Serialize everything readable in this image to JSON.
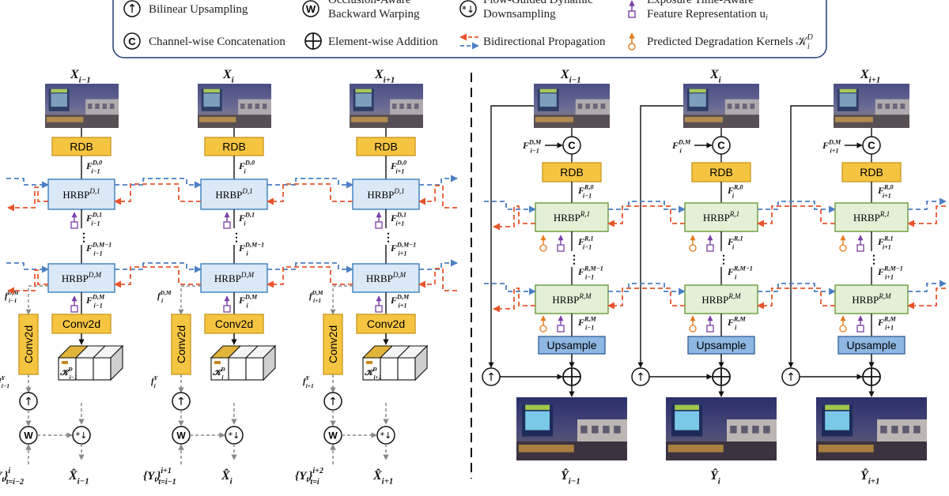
{
  "legend": {
    "upsample": "Bilinear Upsampling",
    "warp_l1": "Occlusion-Aware",
    "warp_l2": "Backward Warping",
    "down_l1": "Flow-Guided Dynamic",
    "down_l2": "Downsampling",
    "exp_l1": "Exposure Time-Aware",
    "exp_l2": "Feature Representation u",
    "exp_sub": "i",
    "concat": "Channel-wise Concatenation",
    "add": "Element-wise Addition",
    "bidir": "Bidirectional Propagation",
    "kernels": "Predicted Degradation Kernels 𝒦",
    "kernels_sup": "D",
    "kernels_sub": "i",
    "sym_up": "↑",
    "sym_w": "W",
    "sym_down": "*↓",
    "sym_c": "C"
  },
  "left": {
    "cols": [
      {
        "x_top": "X",
        "x_top_sub": "i−1",
        "rdb": "RDB",
        "f0": "F",
        "f0_sup": "D,0",
        "f0_sub": "i−1",
        "hrbp1": "HRBP",
        "hrbp1_sup": "D,1",
        "f1": "F",
        "f1_sup": "D,1",
        "f1_sub": "i−1",
        "dots": "⋮",
        "fm1": "F",
        "fm1_sup": "D,M−1",
        "fm1_sub": "i−1",
        "hrbpm": "HRBP",
        "hrbpm_sup": "D,M",
        "fdm_small": "f",
        "fdm_small_sup": "D,M",
        "fdm_small_sub": "i−1",
        "fm": "F",
        "fm_sup": "D,M",
        "fm_sub": "i−1",
        "conv_side": "Conv2d",
        "conv": "Conv2d",
        "fy": "f",
        "fy_sup": "Y",
        "fy_sub": "i−1",
        "k": "𝒦",
        "k_sup": "D",
        "k_sub": "i−1",
        "y_in": "{Y",
        "y_in_tail": "}",
        "y_in_sub": "t=i−2",
        "y_in_sup": "i",
        "y_in_t": "t",
        "x_out": "X̂",
        "x_out_sub": "i−1"
      },
      {
        "x_top": "X",
        "x_top_sub": "i",
        "rdb": "RDB",
        "f0": "F",
        "f0_sup": "D,0",
        "f0_sub": "i",
        "hrbp1": "HRBP",
        "hrbp1_sup": "D,1",
        "f1": "F",
        "f1_sup": "D,1",
        "f1_sub": "i",
        "dots": "⋮",
        "fm1": "F",
        "fm1_sup": "D,M−1",
        "fm1_sub": "i",
        "hrbpm": "HRBP",
        "hrbpm_sup": "D,M",
        "fdm_small": "f",
        "fdm_small_sup": "D,M",
        "fdm_small_sub": "i",
        "fm": "F",
        "fm_sup": "D,M",
        "fm_sub": "i",
        "conv_side": "Conv2d",
        "conv": "Conv2d",
        "fy": "f",
        "fy_sup": "Y",
        "fy_sub": "i",
        "k": "𝒦",
        "k_sup": "D",
        "k_sub": "i",
        "y_in": "{Y",
        "y_in_tail": "}",
        "y_in_sub": "t=i−1",
        "y_in_sup": "i+1",
        "y_in_t": "t",
        "x_out": "X̂",
        "x_out_sub": "i"
      },
      {
        "x_top": "X",
        "x_top_sub": "i+1",
        "rdb": "RDB",
        "f0": "F",
        "f0_sup": "D,0",
        "f0_sub": "i+1",
        "hrbp1": "HRBP",
        "hrbp1_sup": "D,1",
        "f1": "F",
        "f1_sup": "D,1",
        "f1_sub": "i+1",
        "dots": "⋮",
        "fm1": "F",
        "fm1_sup": "D,M−1",
        "fm1_sub": "i+1",
        "hrbpm": "HRBP",
        "hrbpm_sup": "D,M",
        "fdm_small": "f",
        "fdm_small_sup": "D,M",
        "fdm_small_sub": "i+1",
        "fm": "F",
        "fm_sup": "D,M",
        "fm_sub": "i+1",
        "conv_side": "Conv2d",
        "conv": "Conv2d",
        "fy": "f",
        "fy_sup": "Y",
        "fy_sub": "i+1",
        "k": "𝒦",
        "k_sup": "D",
        "k_sub": "i+1",
        "y_in": "{Y",
        "y_in_tail": "}",
        "y_in_sub": "t=i",
        "y_in_sup": "i+2",
        "y_in_t": "t",
        "x_out": "X̂",
        "x_out_sub": "i+1"
      }
    ]
  },
  "right": {
    "cols": [
      {
        "x_top": "X",
        "x_top_sub": "i−1",
        "fdm": "F",
        "fdm_sup": "D,M",
        "fdm_sub": "i−1",
        "rdb": "RDB",
        "f0": "F",
        "f0_sup": "R,0",
        "f0_sub": "i−1",
        "hrbp1": "HRBP",
        "hrbp1_sup": "R,1",
        "f1": "F",
        "f1_sup": "R,1",
        "f1_sub": "i−1",
        "dots": "⋮",
        "fm1": "F",
        "fm1_sup": "R,M−1",
        "fm1_sub": "i−1",
        "hrbpm": "HRBP",
        "hrbpm_sup": "R,M",
        "fm": "F",
        "fm_sup": "R,M",
        "fm_sub": "i−1",
        "up": "Upsample",
        "y_out": "Ŷ",
        "y_out_sub": "i−1"
      },
      {
        "x_top": "X",
        "x_top_sub": "i",
        "fdm": "F",
        "fdm_sup": "D,M",
        "fdm_sub": "i",
        "rdb": "RDB",
        "f0": "F",
        "f0_sup": "R,0",
        "f0_sub": "i",
        "hrbp1": "HRBP",
        "hrbp1_sup": "R,1",
        "f1": "F",
        "f1_sup": "R,1",
        "f1_sub": "i",
        "dots": "⋮",
        "fm1": "F",
        "fm1_sup": "R,M−1",
        "fm1_sub": "i",
        "hrbpm": "HRBP",
        "hrbpm_sup": "R,M",
        "fm": "F",
        "fm_sup": "R,M",
        "fm_sub": "i",
        "up": "Upsample",
        "y_out": "Ŷ",
        "y_out_sub": "i"
      },
      {
        "x_top": "X",
        "x_top_sub": "i+1",
        "fdm": "F",
        "fdm_sup": "D,M",
        "fdm_sub": "i+1",
        "rdb": "RDB",
        "f0": "F",
        "f0_sup": "R,0",
        "f0_sub": "i+1",
        "hrbp1": "HRBP",
        "hrbp1_sup": "R,1",
        "f1": "F",
        "f1_sup": "R,1",
        "f1_sub": "i+1",
        "dots": "⋮",
        "fm1": "F",
        "fm1_sup": "R,M−1",
        "fm1_sub": "i+1",
        "hrbpm": "HRBP",
        "hrbpm_sup": "R,M",
        "fm": "F",
        "fm_sup": "R,M",
        "fm_sub": "i+1",
        "up": "Upsample",
        "y_out": "Ŷ",
        "y_out_sub": "i+1"
      }
    ]
  },
  "colors": {
    "rdb_fill": "#f5c542",
    "rdb_stroke": "#c8961a",
    "hrbp_d_fill": "#dbe8f6",
    "hrbp_d_stroke": "#3a7fc1",
    "hrbp_r_fill": "#e3f0d6",
    "hrbp_r_stroke": "#6a9a3c",
    "upsample_fill": "#8fb7e3",
    "upsample_stroke": "#2f5f99",
    "prop_fwd": "#4a7fc4",
    "prop_bwd": "#e8542b",
    "gold_text": "#c39113",
    "purple": "#7b3fa6",
    "orange": "#e47b1e",
    "legend_border": "#1f3d7a"
  }
}
